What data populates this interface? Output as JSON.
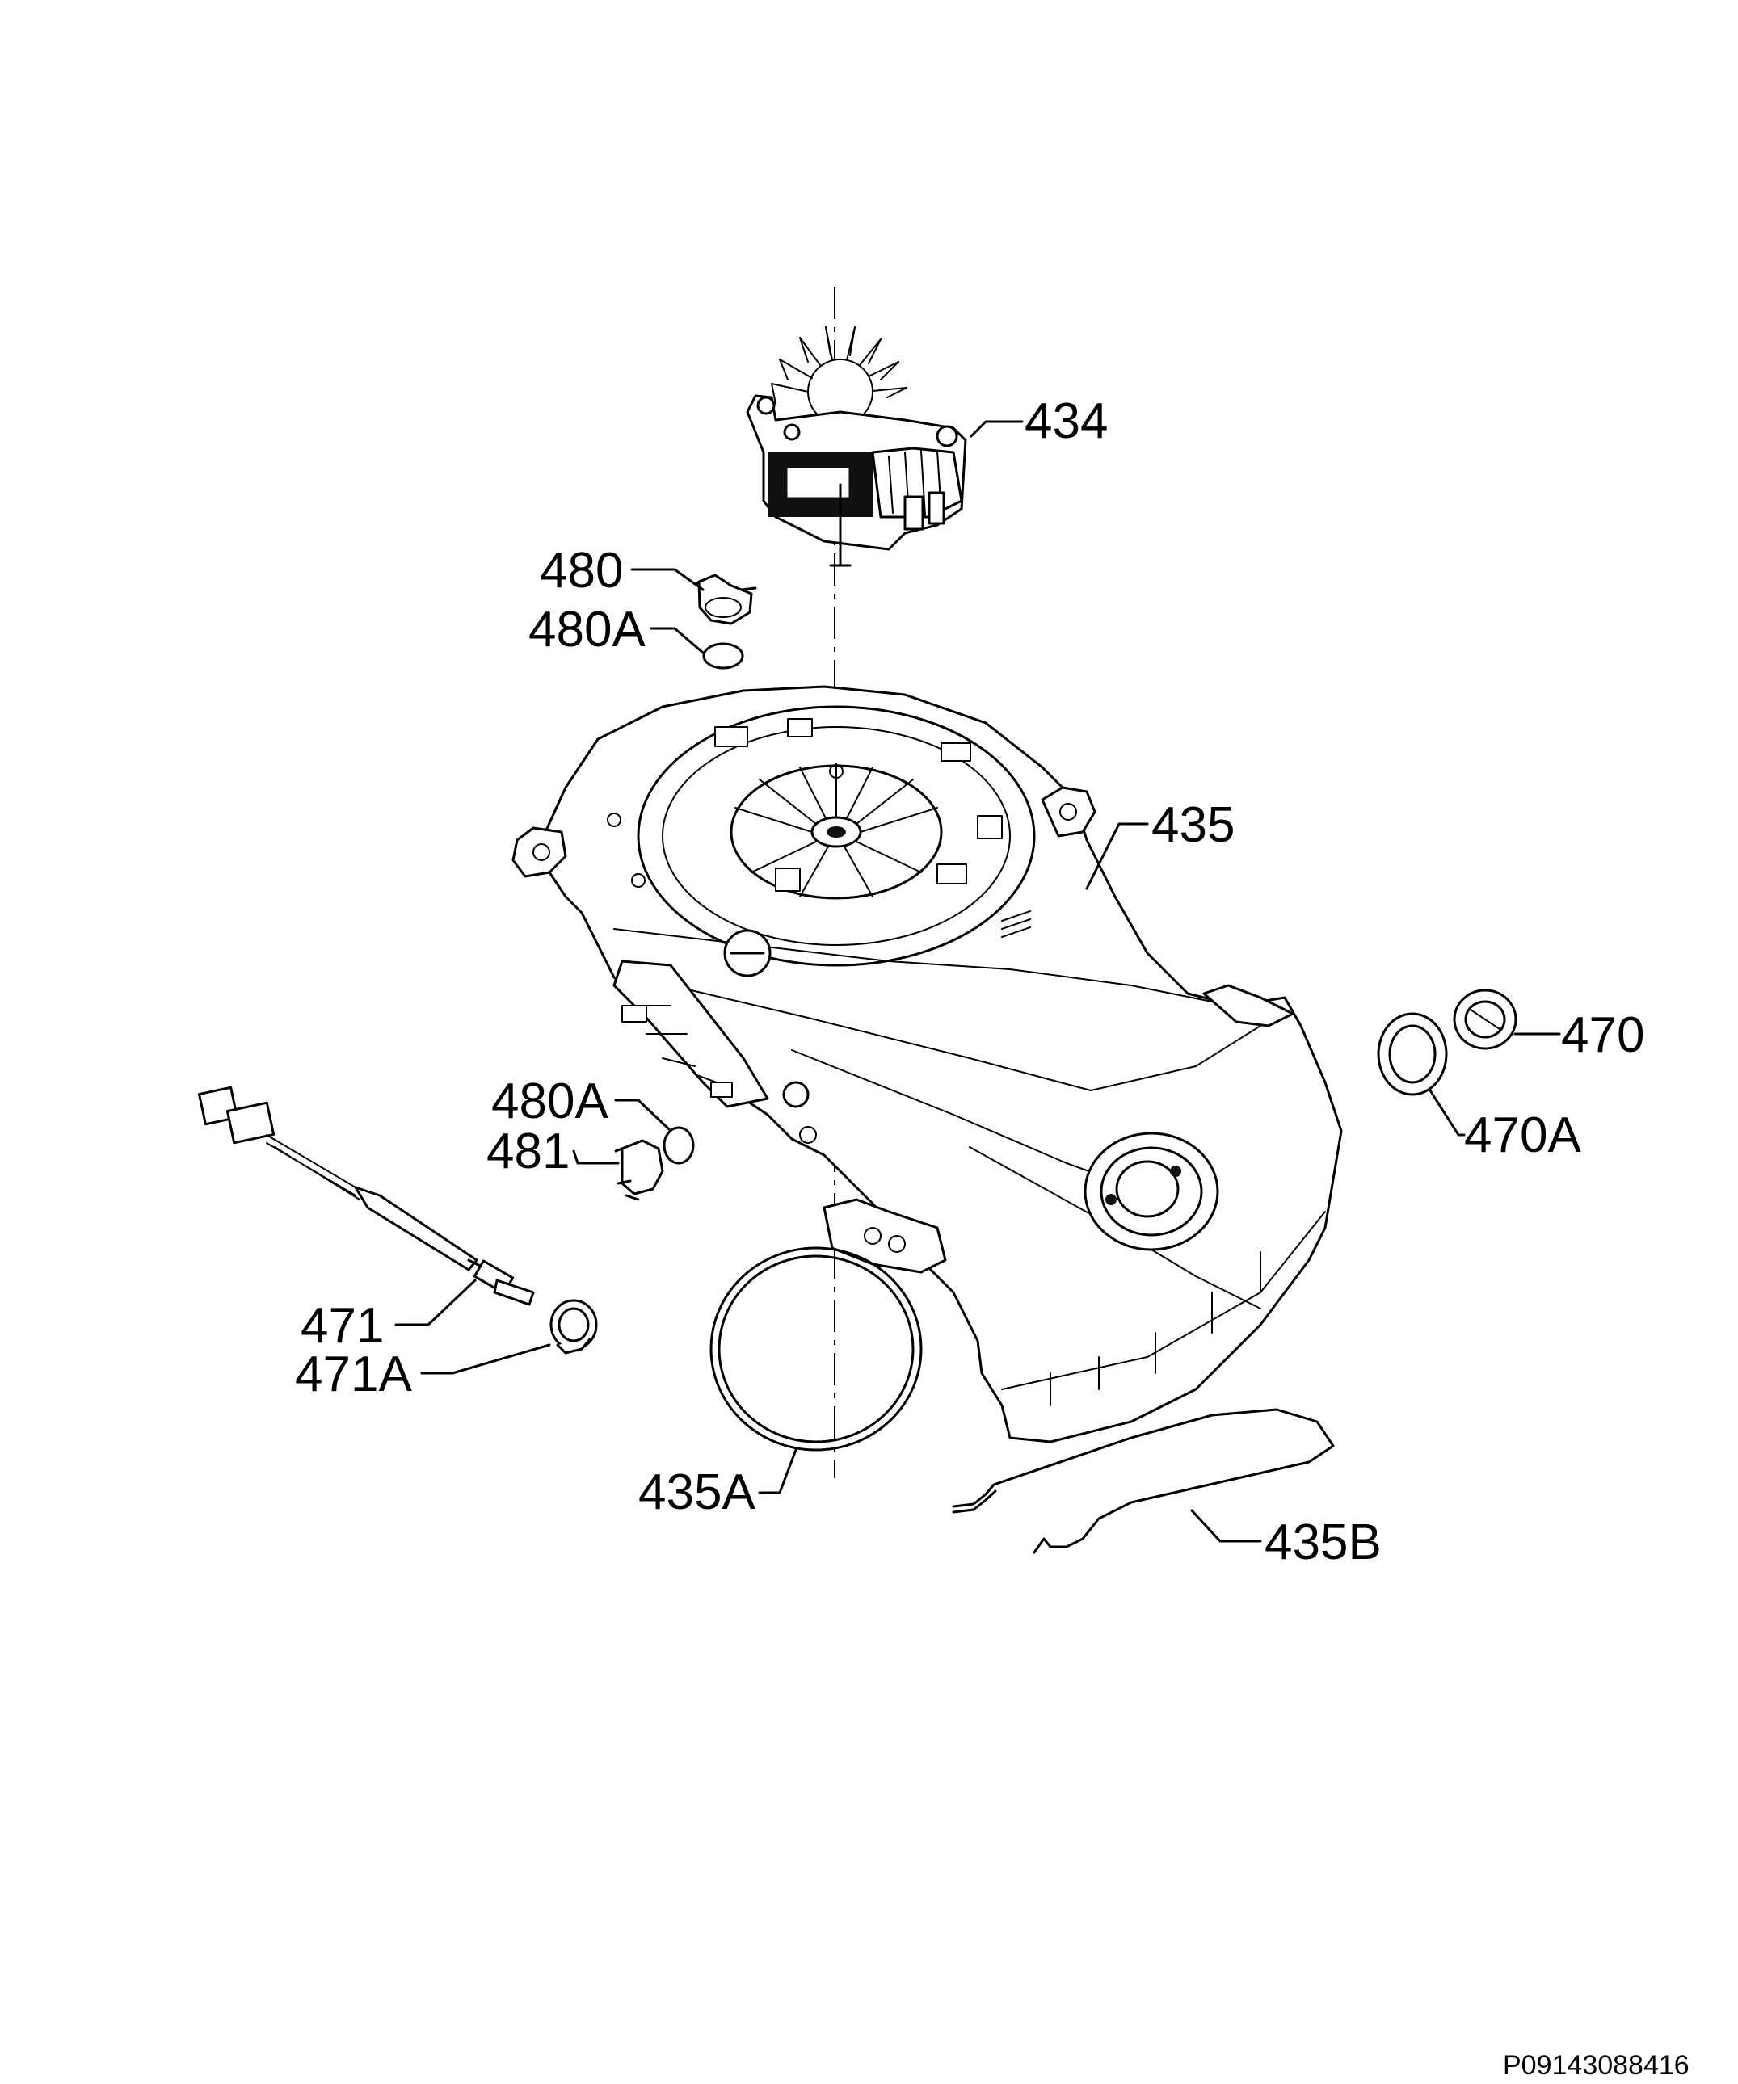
{
  "labels": {
    "p434": "434",
    "p480": "480",
    "p480a_top": "480A",
    "p435": "435",
    "p470": "470",
    "p470a": "470A",
    "p480a_mid": "480A",
    "p481": "481",
    "p471": "471",
    "p471a": "471A",
    "p435a": "435A",
    "p435b": "435B"
  },
  "doc_id": "P09143088416",
  "colors": {
    "line": "#000000",
    "background": "#ffffff"
  }
}
